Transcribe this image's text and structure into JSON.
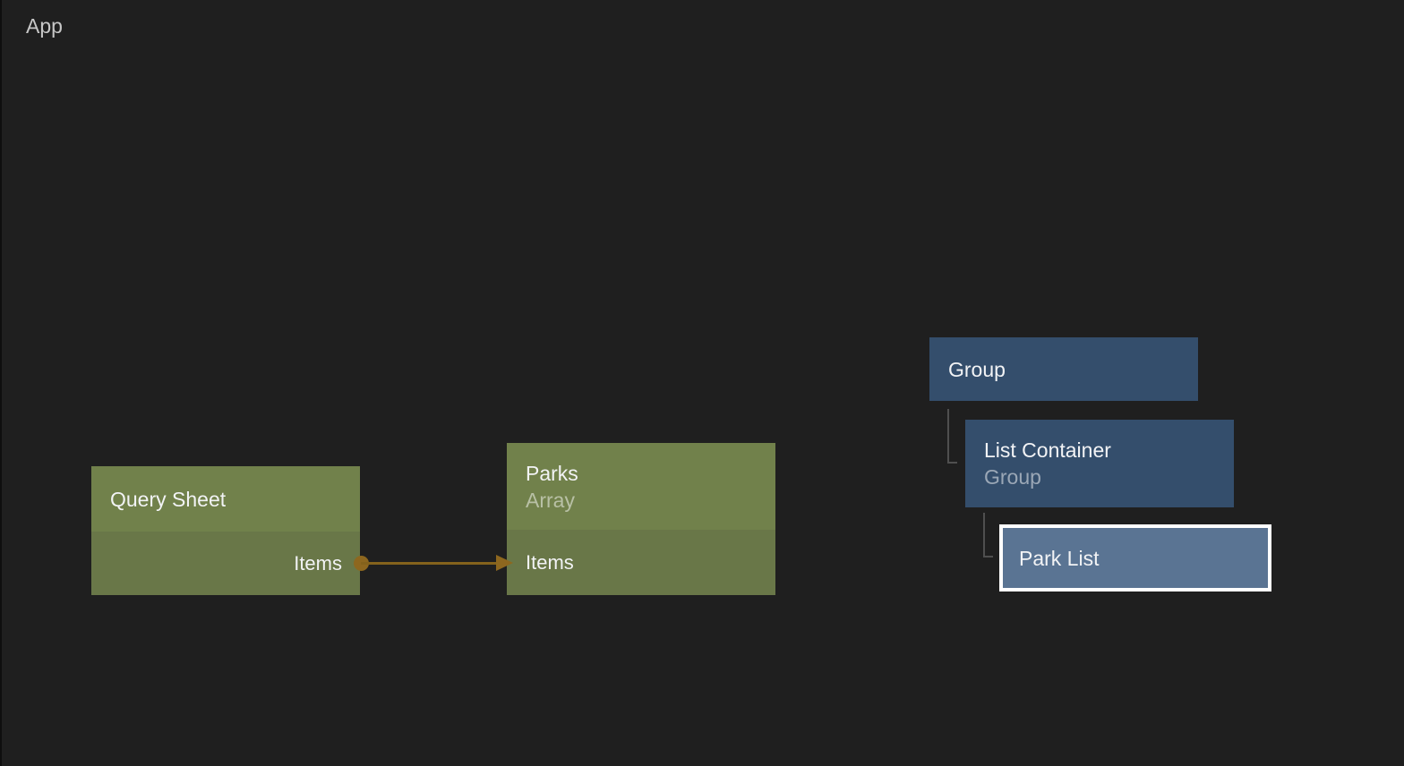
{
  "header": {
    "app_label": "App"
  },
  "flow": {
    "query_sheet": {
      "title": "Query Sheet",
      "port_label": "Items"
    },
    "parks": {
      "title": "Parks",
      "subtitle": "Array",
      "port_label": "Items"
    }
  },
  "connection": {
    "from_node": "Query Sheet",
    "from_port": "Items",
    "to_node": "Parks",
    "to_port": "Items"
  },
  "tree": {
    "group": {
      "title": "Group"
    },
    "list_container": {
      "title": "List Container",
      "subtitle": "Group"
    },
    "park_list": {
      "title": "Park List",
      "selected": true
    }
  },
  "colors": {
    "canvas-bg": "#1f1f1f",
    "app-label": "#c7c7c7",
    "title-text": "#f2f3f5",
    "green-header": "#71814b",
    "green-body": "#697748",
    "blue-node": "#344e6c",
    "blue-selected": "#5a7493",
    "selection-border": "#ffffff",
    "wire": "#8d671f",
    "wire-line": "#84621c",
    "connector": "#4f4f4f"
  }
}
